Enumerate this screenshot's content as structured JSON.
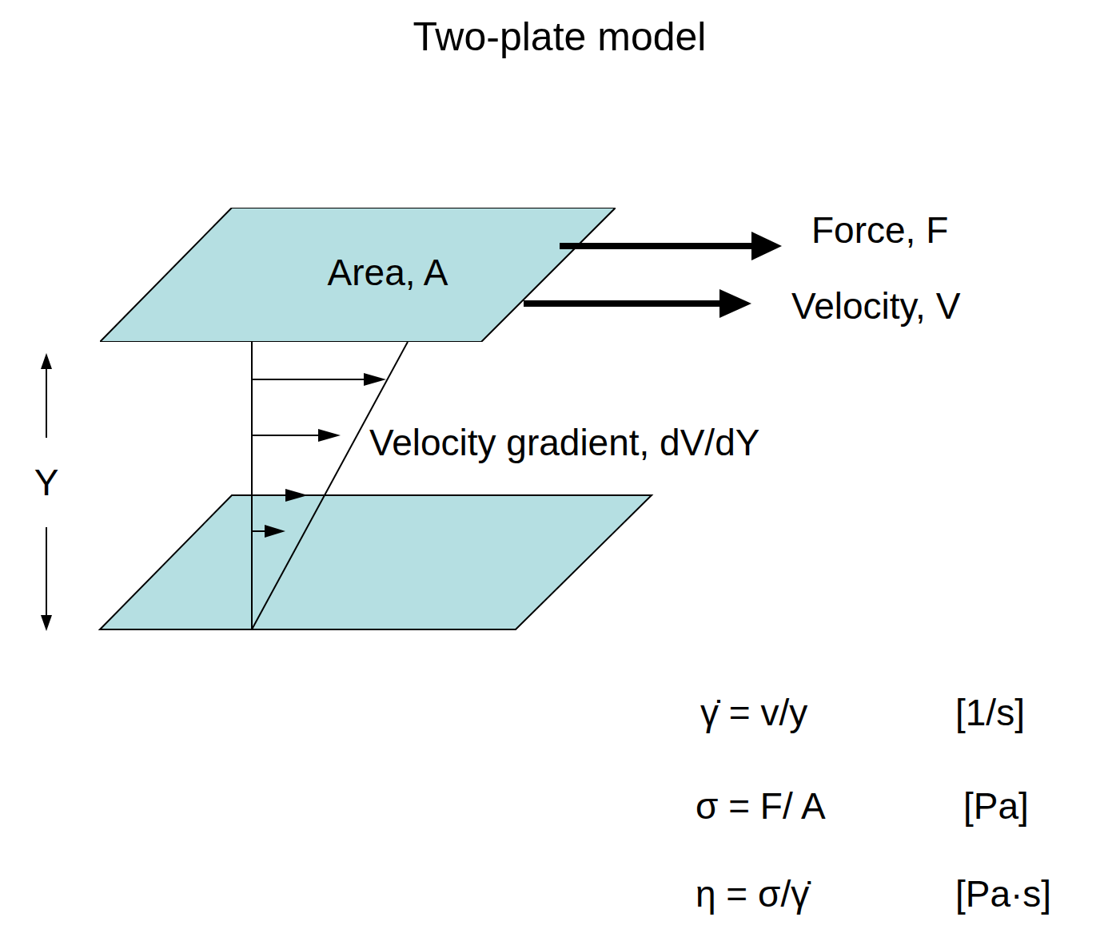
{
  "diagram": {
    "title": "Two-plate model",
    "nodes": [
      {
        "text": [
          "Area, A"
        ]
      }
    ],
    "labels": [
      "Force, F",
      "Velocity, V",
      "Velocity gradient, dV/dY",
      "Y",
      "γ̇ = v/y",
      "[1/s]",
      "σ = F/ A",
      "[Pa]",
      "η = σ/γ̇",
      "[Pa·s]"
    ]
  }
}
